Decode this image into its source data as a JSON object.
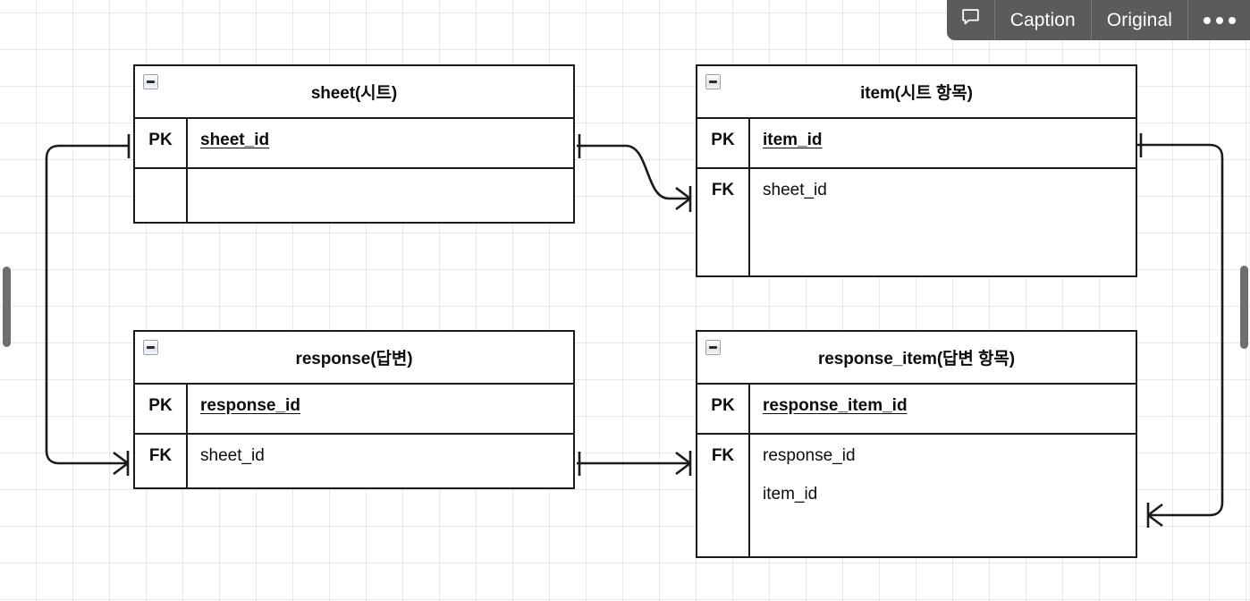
{
  "toolbar": {
    "comment_icon": "speech-bubble-icon",
    "caption_label": "Caption",
    "original_label": "Original",
    "more_label": "•••"
  },
  "diagram": {
    "type": "entity-relationship-diagram",
    "notation": "crows-foot",
    "background": "grid",
    "entities": [
      {
        "id": "sheet",
        "title": "sheet(시트)",
        "collapse_icon": "minus-box-icon",
        "rows": [
          {
            "key": "PK",
            "fields": [
              "sheet_id"
            ],
            "pk": true
          },
          {
            "key": "",
            "fields": [],
            "pk": false
          }
        ]
      },
      {
        "id": "item",
        "title": "item(시트 항목)",
        "collapse_icon": "minus-box-icon",
        "rows": [
          {
            "key": "PK",
            "fields": [
              "item_id"
            ],
            "pk": true
          },
          {
            "key": "FK",
            "fields": [
              "sheet_id"
            ],
            "pk": false
          }
        ]
      },
      {
        "id": "response",
        "title": "response(답변)",
        "collapse_icon": "minus-box-icon",
        "rows": [
          {
            "key": "PK",
            "fields": [
              "response_id"
            ],
            "pk": true
          },
          {
            "key": "FK",
            "fields": [
              "sheet_id"
            ],
            "pk": false
          }
        ]
      },
      {
        "id": "response_item",
        "title": "response_item(답변 항목)",
        "collapse_icon": "minus-box-icon",
        "rows": [
          {
            "key": "PK",
            "fields": [
              "response_item_id"
            ],
            "pk": true
          },
          {
            "key": "FK",
            "fields": [
              "response_id",
              "item_id"
            ],
            "pk": false
          }
        ]
      }
    ],
    "relationships": [
      {
        "from": "sheet.sheet_id",
        "to": "item.sheet_id",
        "from_card": "one",
        "to_card": "many"
      },
      {
        "from": "sheet.sheet_id",
        "to": "response.sheet_id",
        "from_card": "one",
        "to_card": "many"
      },
      {
        "from": "response.response_id",
        "to": "response_item.response_id",
        "from_card": "one",
        "to_card": "many"
      },
      {
        "from": "item.item_id",
        "to": "response_item.item_id",
        "from_card": "one",
        "to_card": "many"
      }
    ]
  },
  "colors": {
    "line": "#1b1b1b",
    "grid": "#e3e3e3",
    "toolbar_bg": "#4e4f51",
    "scrollbar": "#6e6e6e"
  }
}
